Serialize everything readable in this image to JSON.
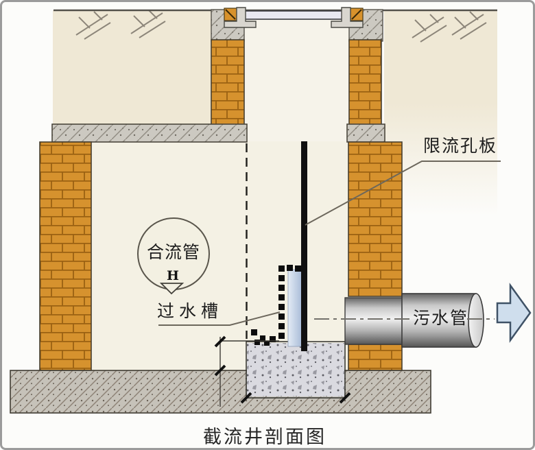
{
  "diagram": {
    "title": "截流井剖面图",
    "labels": {
      "orifice_plate": "限流孔板",
      "combined_pipe": "合流管",
      "water_channel": "过水槽",
      "sewage_pipe": "污水管",
      "level_symbol": "H"
    },
    "colors": {
      "brick": "#d6922e",
      "brick_mortar": "#9a6112",
      "concrete": "#ccc9c1",
      "soil": "#efe8d5",
      "interior": "#f4f1e4",
      "floor_slab": "#c6c2b9",
      "base_stone": "#dadae0",
      "orifice_plate": "#101010",
      "water_strip_light": "#e3ebf5",
      "water_strip_dark": "#a9bcd8",
      "pipe_light": "#f1f1f1",
      "pipe_dark": "#5a5a5a",
      "arrow_fill": "#cfdeed",
      "arrow_stroke": "#3f5266",
      "text": "#1d1d1d"
    }
  }
}
